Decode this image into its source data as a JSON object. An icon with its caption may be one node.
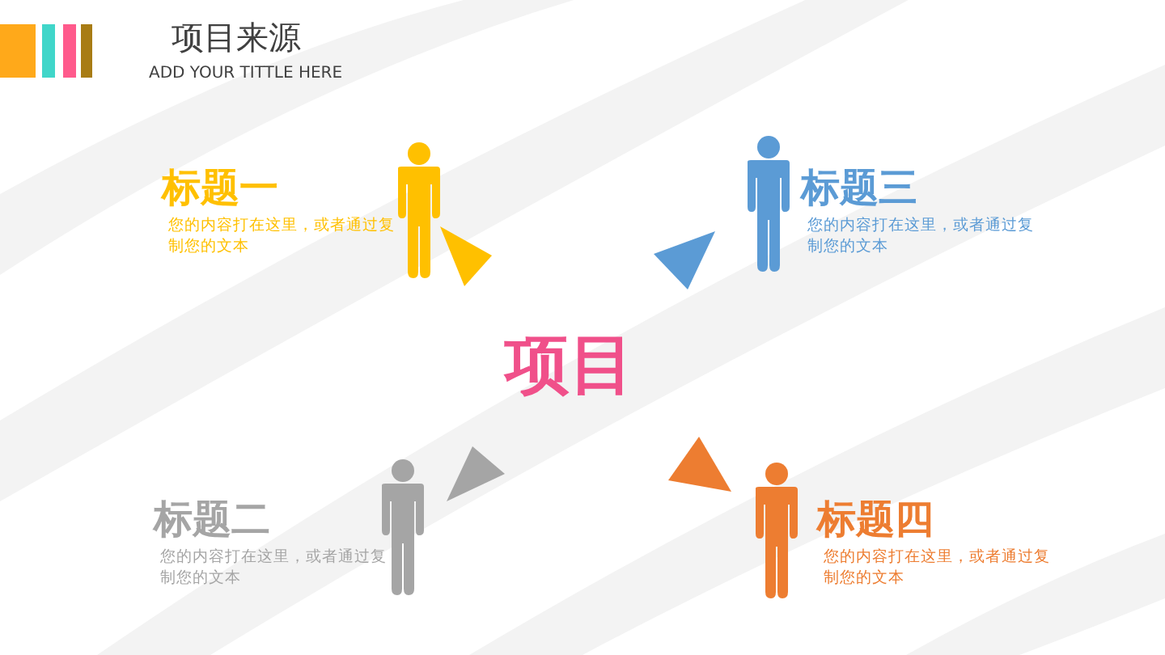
{
  "diagram": {
    "title": "项目来源",
    "labels": [
      "ADD YOUR TITTLE HERE",
      "标题一",
      "您的内容打在这里，或者通过复制您的文本",
      "标题三",
      "您的内容打在这里，或者通过复制您的文本",
      "项目",
      "标题二",
      "您的内容打在这里，或者通过复制您的文本",
      "标题四",
      "您的内容打在这里，或者通过复制您的文本"
    ]
  }
}
